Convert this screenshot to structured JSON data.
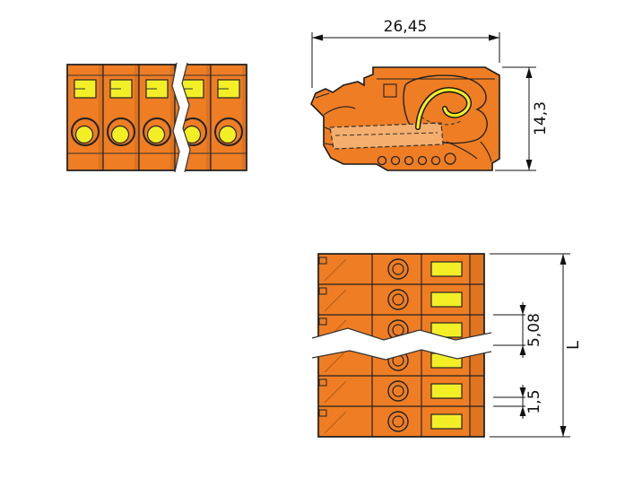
{
  "colors": {
    "body": "#EF7D23",
    "body_light": "#F5AE6E",
    "accent": "#F2EF27",
    "line": "#1A1A1A",
    "background": "#FFFFFF"
  },
  "dimensions": {
    "overall_width": "26,45",
    "overall_height": "14,3",
    "pole_pitch": "5,08",
    "edge_offset": "1,5",
    "overall_length": "L"
  }
}
